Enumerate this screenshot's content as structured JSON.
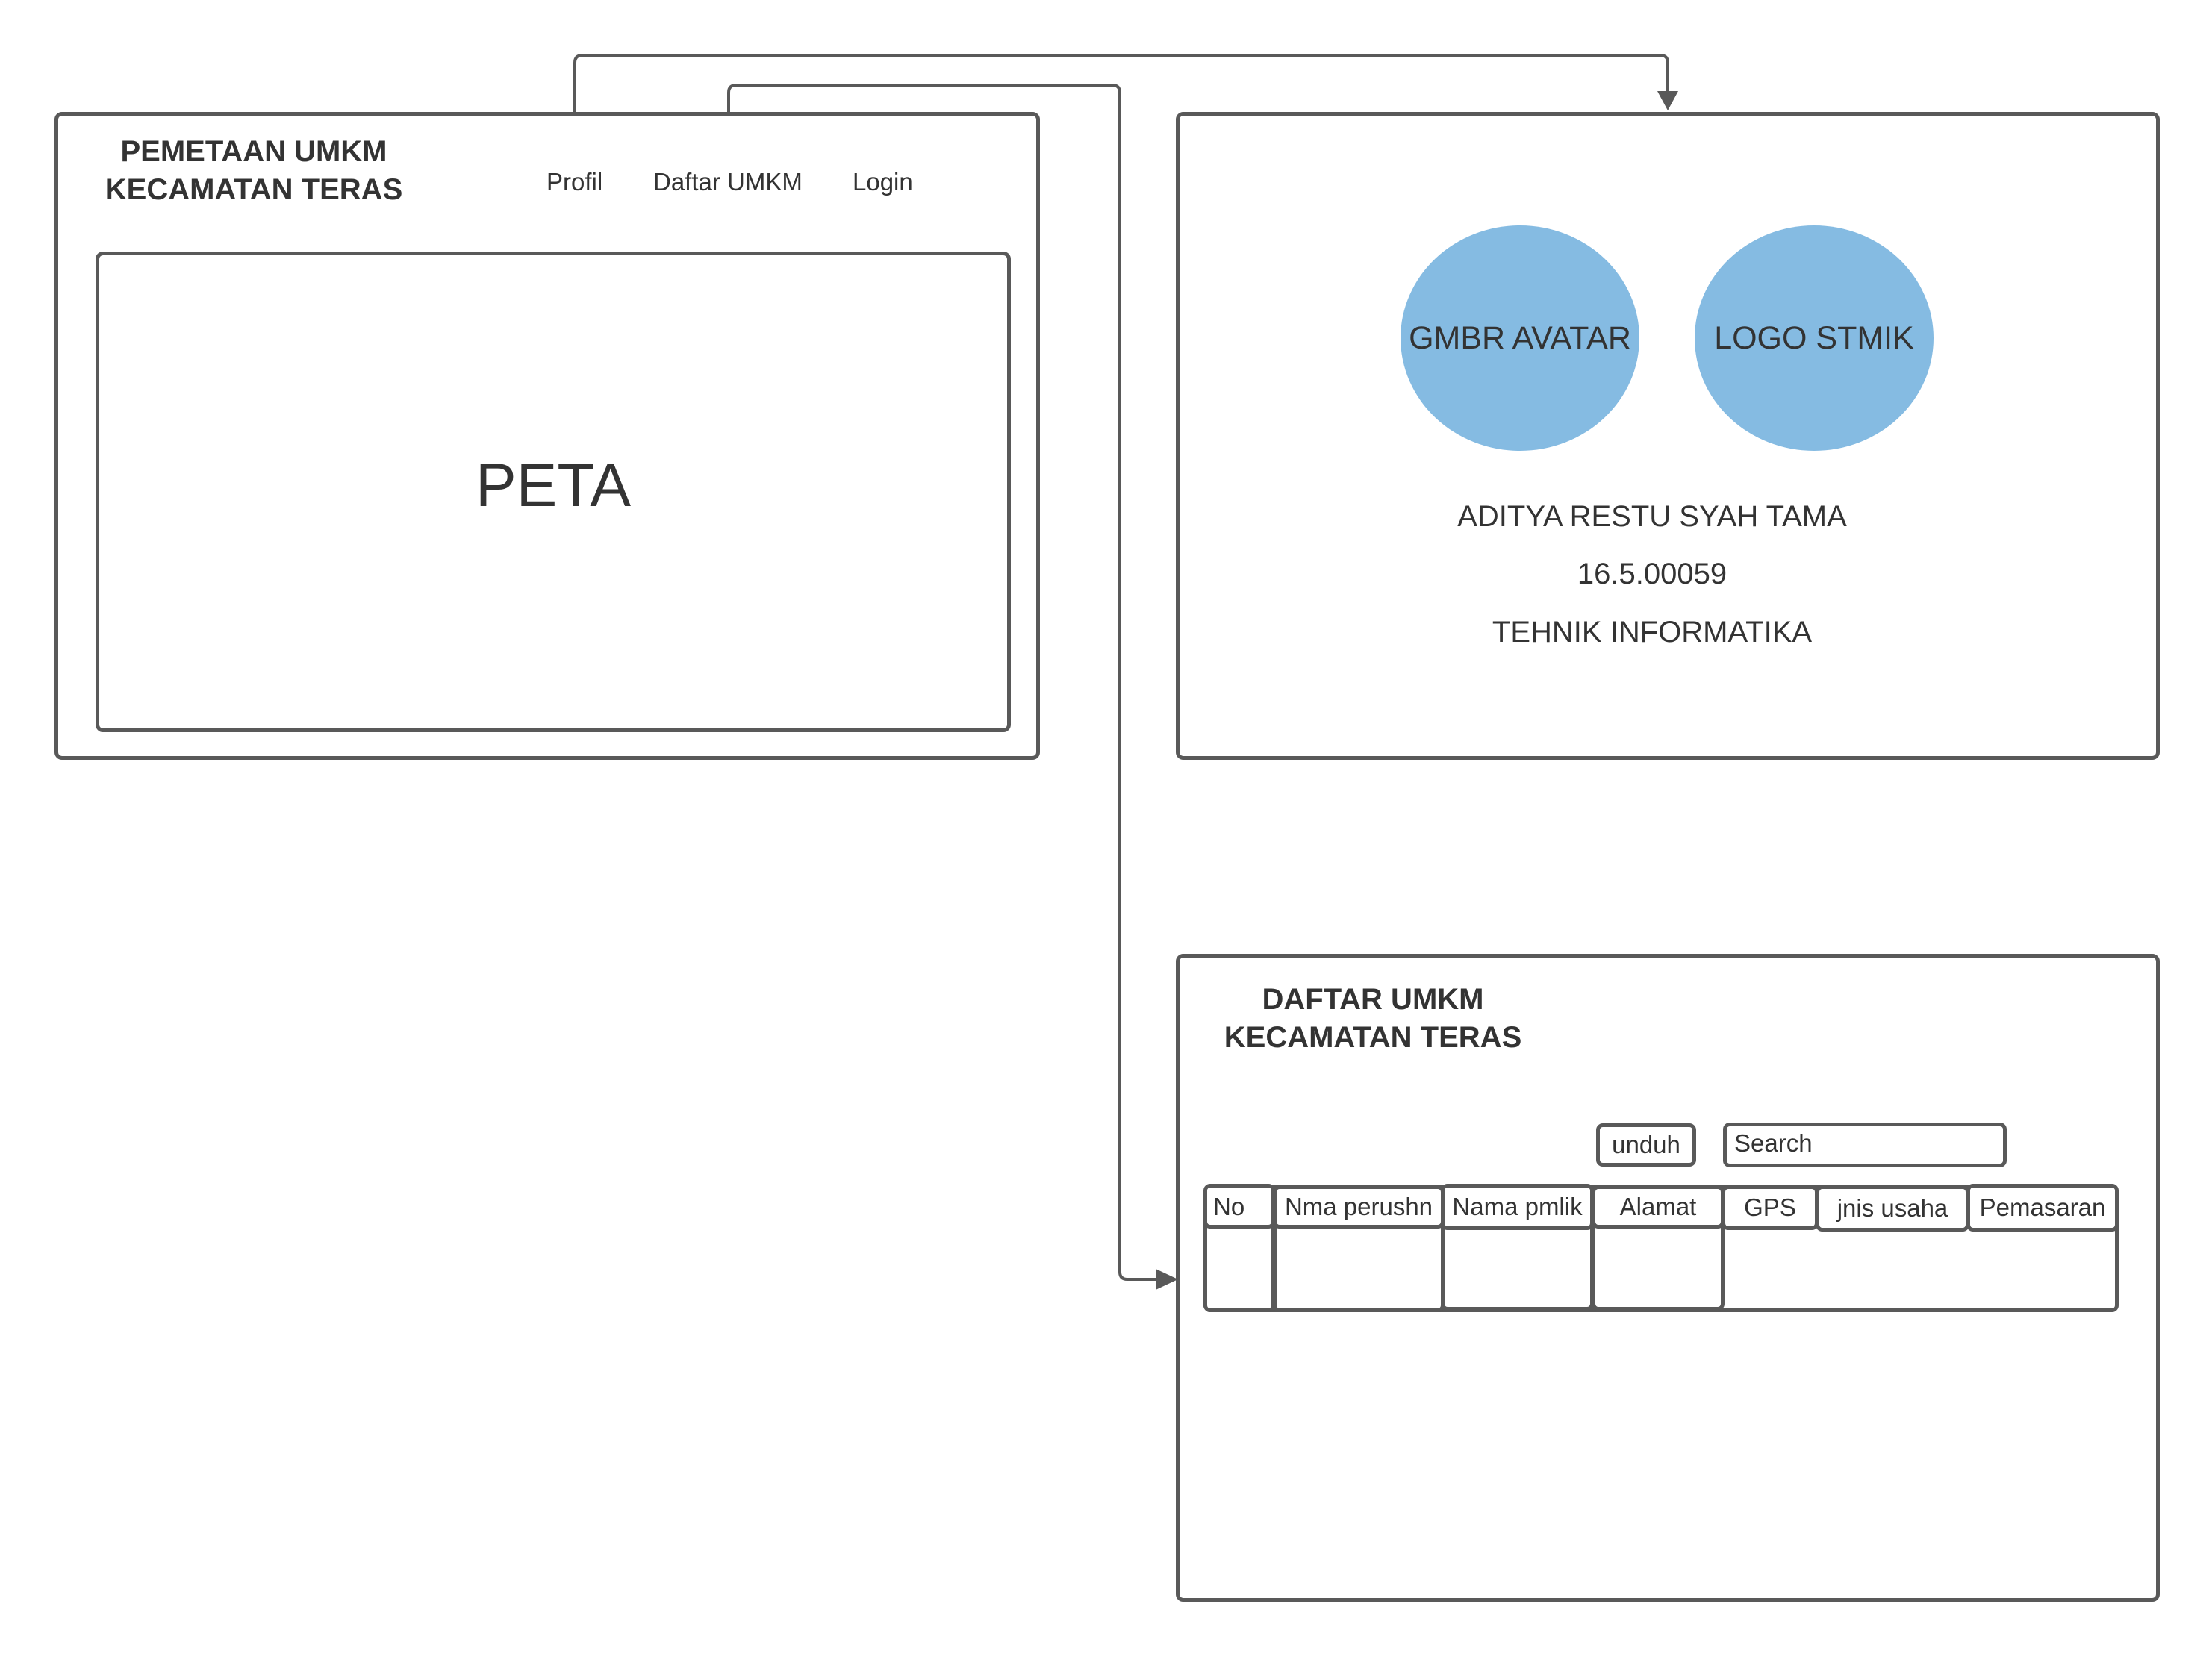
{
  "home": {
    "title_line1": "PEMETAAN UMKM",
    "title_line2": "KECAMATAN TERAS",
    "nav": [
      {
        "label": "Profil"
      },
      {
        "label": "Daftar UMKM"
      },
      {
        "label": "Login"
      }
    ],
    "map_label": "PETA"
  },
  "profile": {
    "avatar_label": "GMBR AVATAR",
    "logo_label": "LOGO STMIK",
    "name": "ADITYA RESTU SYAH TAMA",
    "student_id": "16.5.00059",
    "major": "TEHNIK INFORMATIKA"
  },
  "list": {
    "title_line1": "DAFTAR UMKM",
    "title_line2": "KECAMATAN TERAS",
    "download_label": "unduh",
    "search_placeholder": "Search",
    "columns": [
      "No",
      "Nma perushn",
      "Nama pmlik",
      "Alamat",
      "GPS",
      "jnis usaha",
      "Pemasaran"
    ]
  },
  "colors": {
    "stroke": "#595959",
    "circle_fill": "#85bbe2",
    "text": "#333333"
  }
}
